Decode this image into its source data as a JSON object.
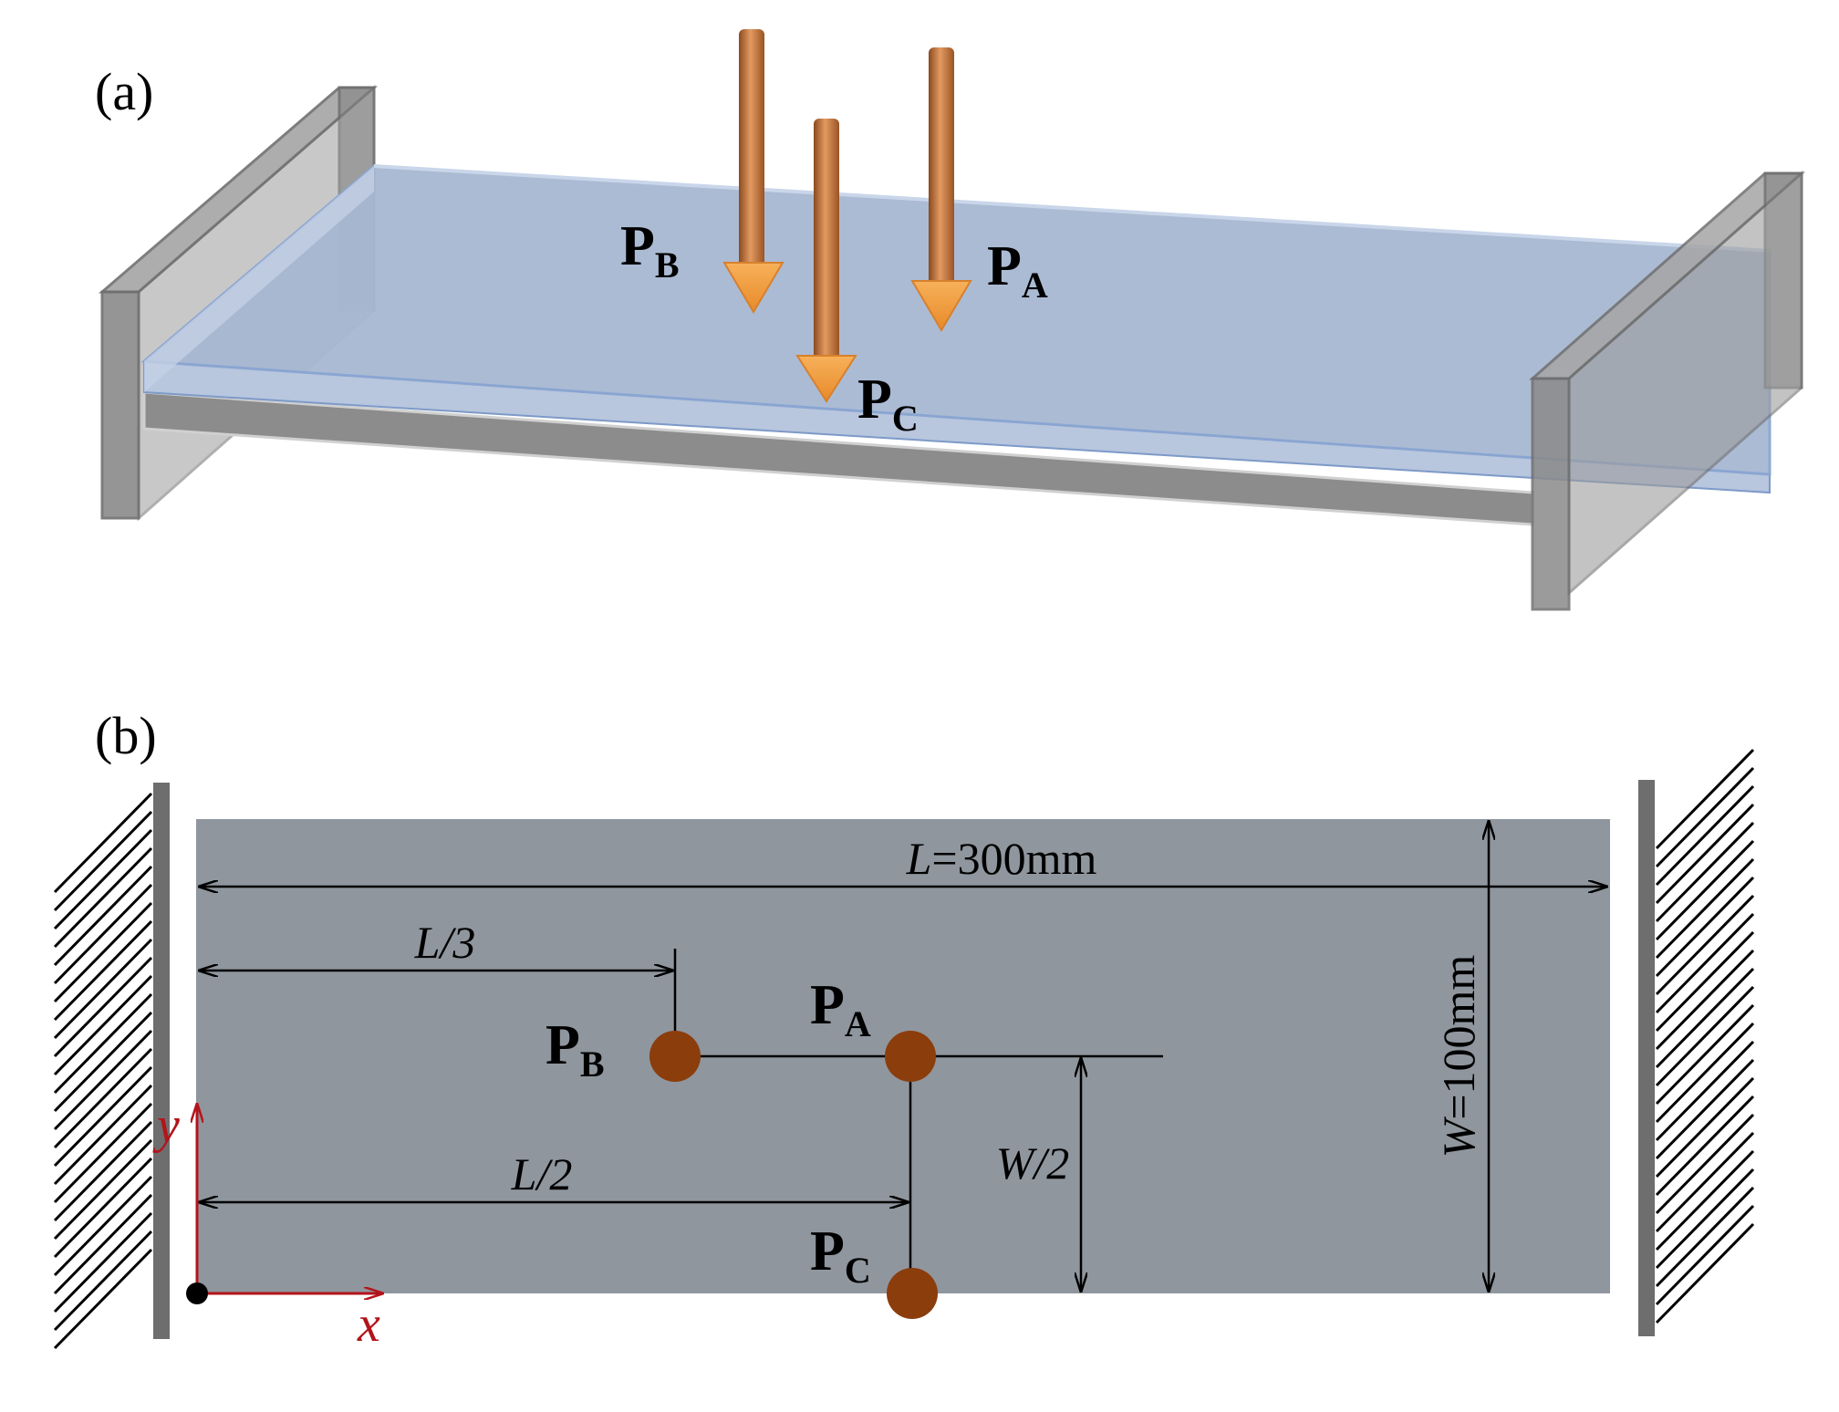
{
  "panel_a": {
    "label": "(a)",
    "loads": {
      "a": {
        "main": "P",
        "sub": "A"
      },
      "b": {
        "main": "P",
        "sub": "B"
      },
      "c": {
        "main": "P",
        "sub": "C"
      }
    }
  },
  "panel_b": {
    "label": "(b)",
    "dimensions": {
      "length_italic": "L",
      "length_value": "=300mm",
      "width_italic": "W",
      "width_value": "=100mm",
      "third_length": "L/3",
      "half_length": "L/2",
      "half_width": "W/2"
    },
    "loads": {
      "a": {
        "main": "P",
        "sub": "A"
      },
      "b": {
        "main": "P",
        "sub": "B"
      },
      "c": {
        "main": "P",
        "sub": "C"
      }
    },
    "axes": {
      "x": "x",
      "y": "y"
    }
  },
  "colors": {
    "support": "#8a8a8a",
    "plate_top": "#a9b8d0",
    "plate_bottom": "#8f969e",
    "load_arrow": "#c9743a",
    "load_point": "#8b3d0c",
    "axis": "#b3141a"
  }
}
